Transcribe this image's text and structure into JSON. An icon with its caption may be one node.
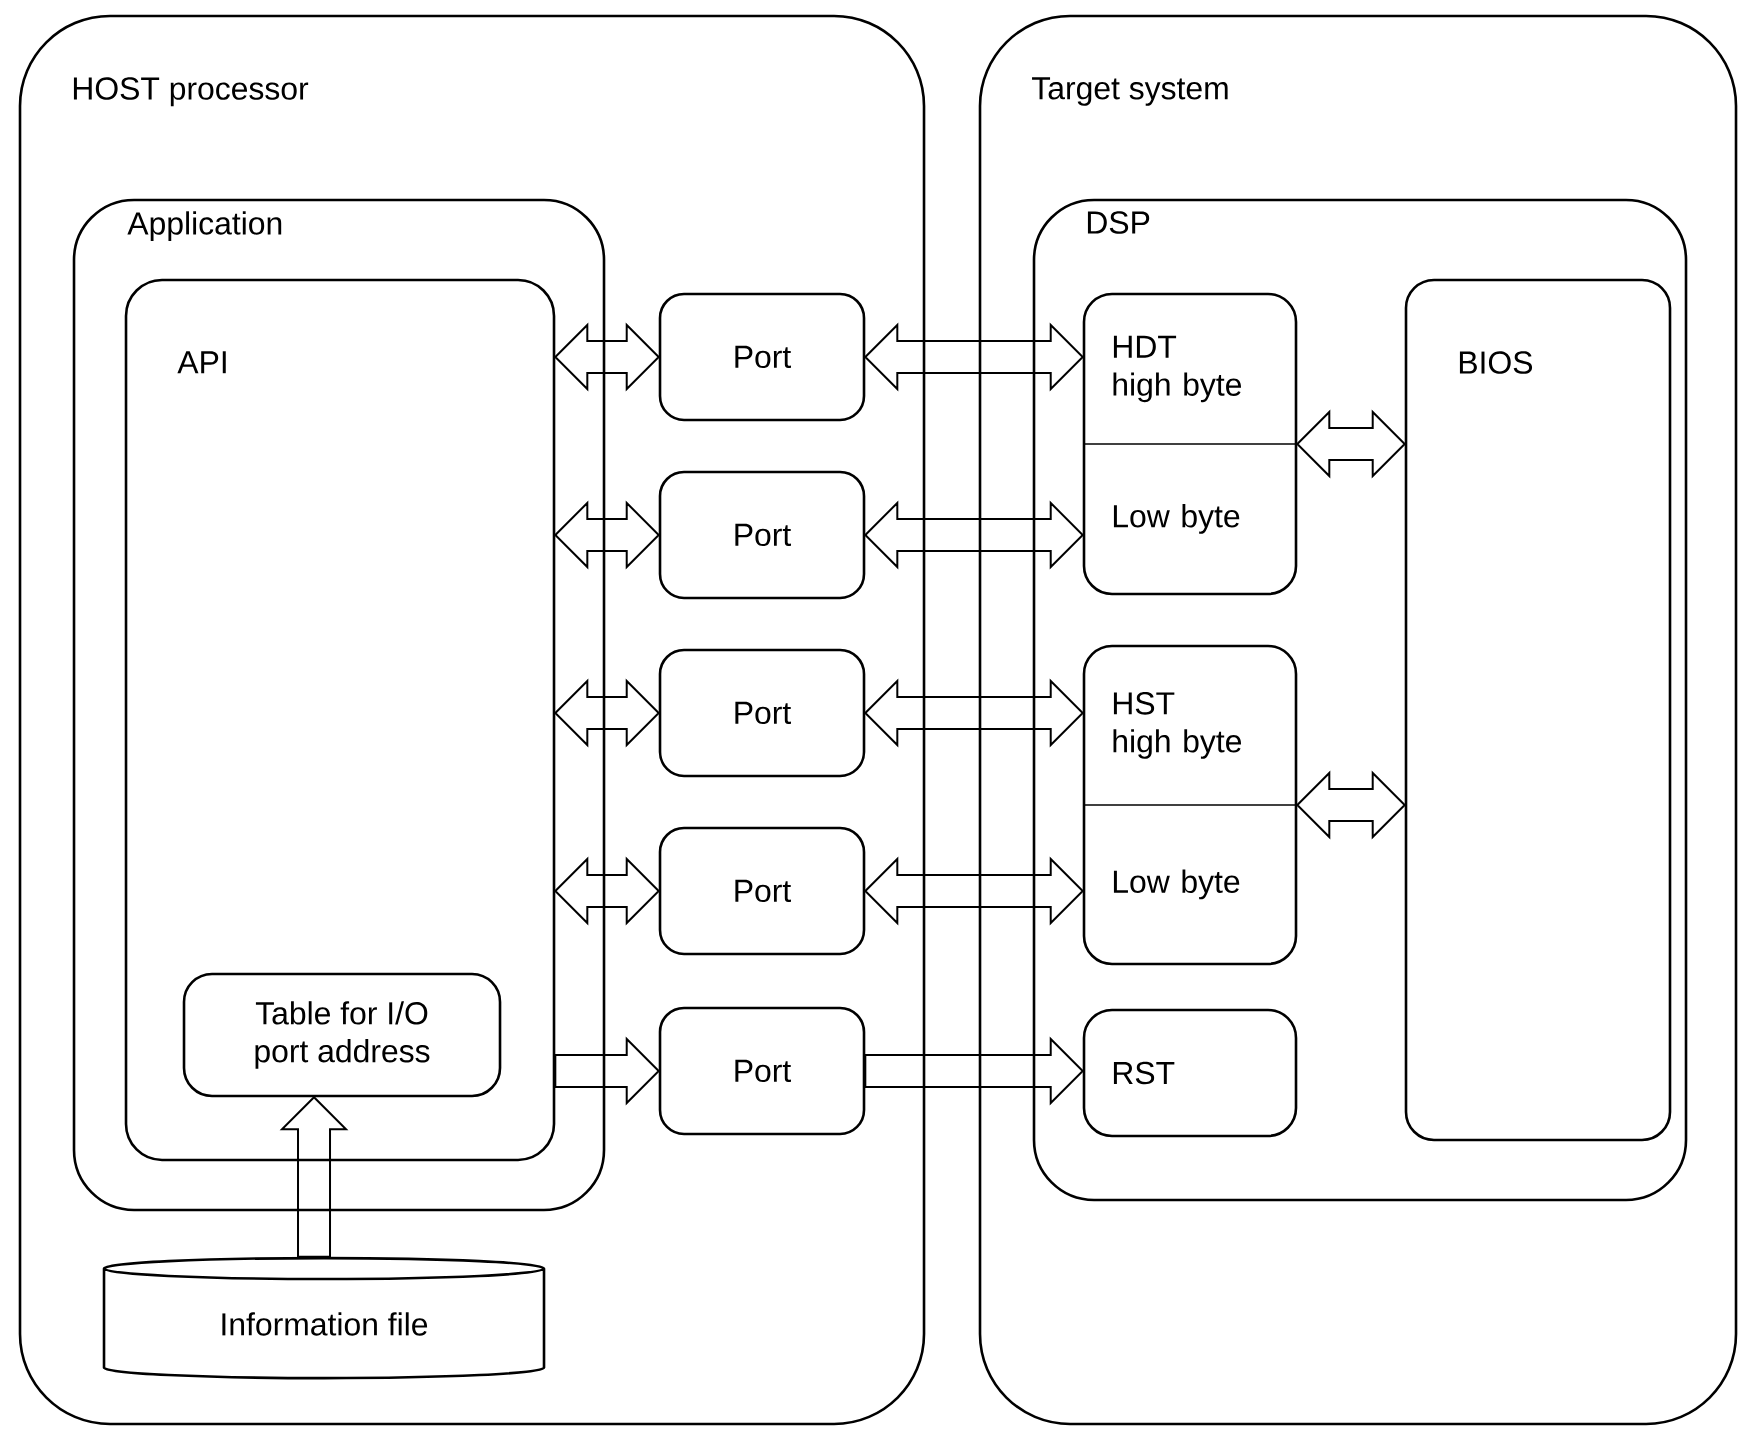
{
  "diagram": {
    "nodes": [
      {
        "text": [
          "HOST processor"
        ]
      },
      {
        "text": [
          "Application"
        ],
        "in": 0
      },
      {
        "text": [
          "API"
        ],
        "in": 1
      },
      {
        "text": [
          "Table for I/O port address"
        ],
        "in": 2
      },
      {
        "text": [
          "Information file"
        ],
        "in": 0
      },
      {
        "text": [
          "Port"
        ],
        "in": 0
      },
      {
        "text": [
          "Port"
        ],
        "in": 0
      },
      {
        "text": [
          "Port"
        ],
        "in": 0
      },
      {
        "text": [
          "Port"
        ],
        "in": 0
      },
      {
        "text": [
          "Port"
        ],
        "in": 0
      },
      {
        "text": [
          "Target system"
        ]
      },
      {
        "text": [
          "DSP"
        ],
        "in": 10
      },
      {
        "text": [
          "HDT high byte",
          "Low byte"
        ],
        "in": 11
      },
      {
        "text": [
          "HST high byte",
          "Low byte"
        ],
        "in": 11
      },
      {
        "text": [
          "RST"
        ],
        "in": 11
      },
      {
        "text": [
          "BIOS"
        ],
        "in": 11
      }
    ],
    "edges": [
      {
        "from": 4,
        "to": 3,
        "arrow": "to"
      },
      {
        "from": 2,
        "to": 5,
        "arrow": "both"
      },
      {
        "from": 2,
        "to": 6,
        "arrow": "both"
      },
      {
        "from": 2,
        "to": 7,
        "arrow": "both"
      },
      {
        "from": 2,
        "to": 8,
        "arrow": "both"
      },
      {
        "from": 2,
        "to": 9,
        "arrow": "to"
      },
      {
        "from": 5,
        "to": 12,
        "arrow": "both"
      },
      {
        "from": 6,
        "to": 12,
        "arrow": "both"
      },
      {
        "from": 7,
        "to": 13,
        "arrow": "both"
      },
      {
        "from": 8,
        "to": 13,
        "arrow": "both"
      },
      {
        "from": 9,
        "to": 14,
        "arrow": "to"
      },
      {
        "from": 12,
        "to": 15,
        "arrow": "both"
      },
      {
        "from": 13,
        "to": 15,
        "arrow": "both"
      }
    ]
  }
}
